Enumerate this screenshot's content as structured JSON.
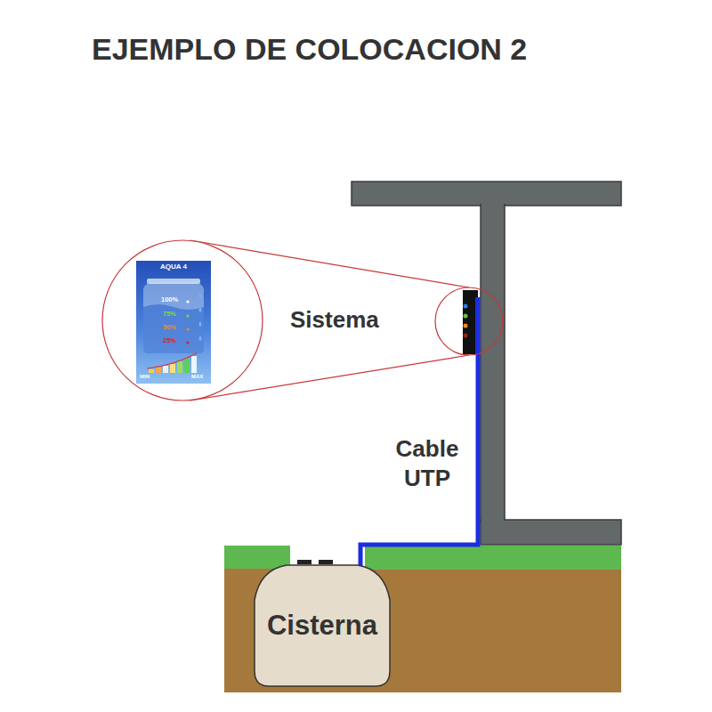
{
  "diagram": {
    "title": "EJEMPLO DE COLOCACION 2",
    "nodes": [
      {
        "text": [
          "AQUA 4",
          "100%",
          "75%",
          "50%",
          "25%",
          "MIN",
          "MAX"
        ]
      },
      {
        "text": [
          "Cisterna"
        ]
      }
    ],
    "labels": [
      "Sistema",
      "Cable UTP"
    ]
  }
}
